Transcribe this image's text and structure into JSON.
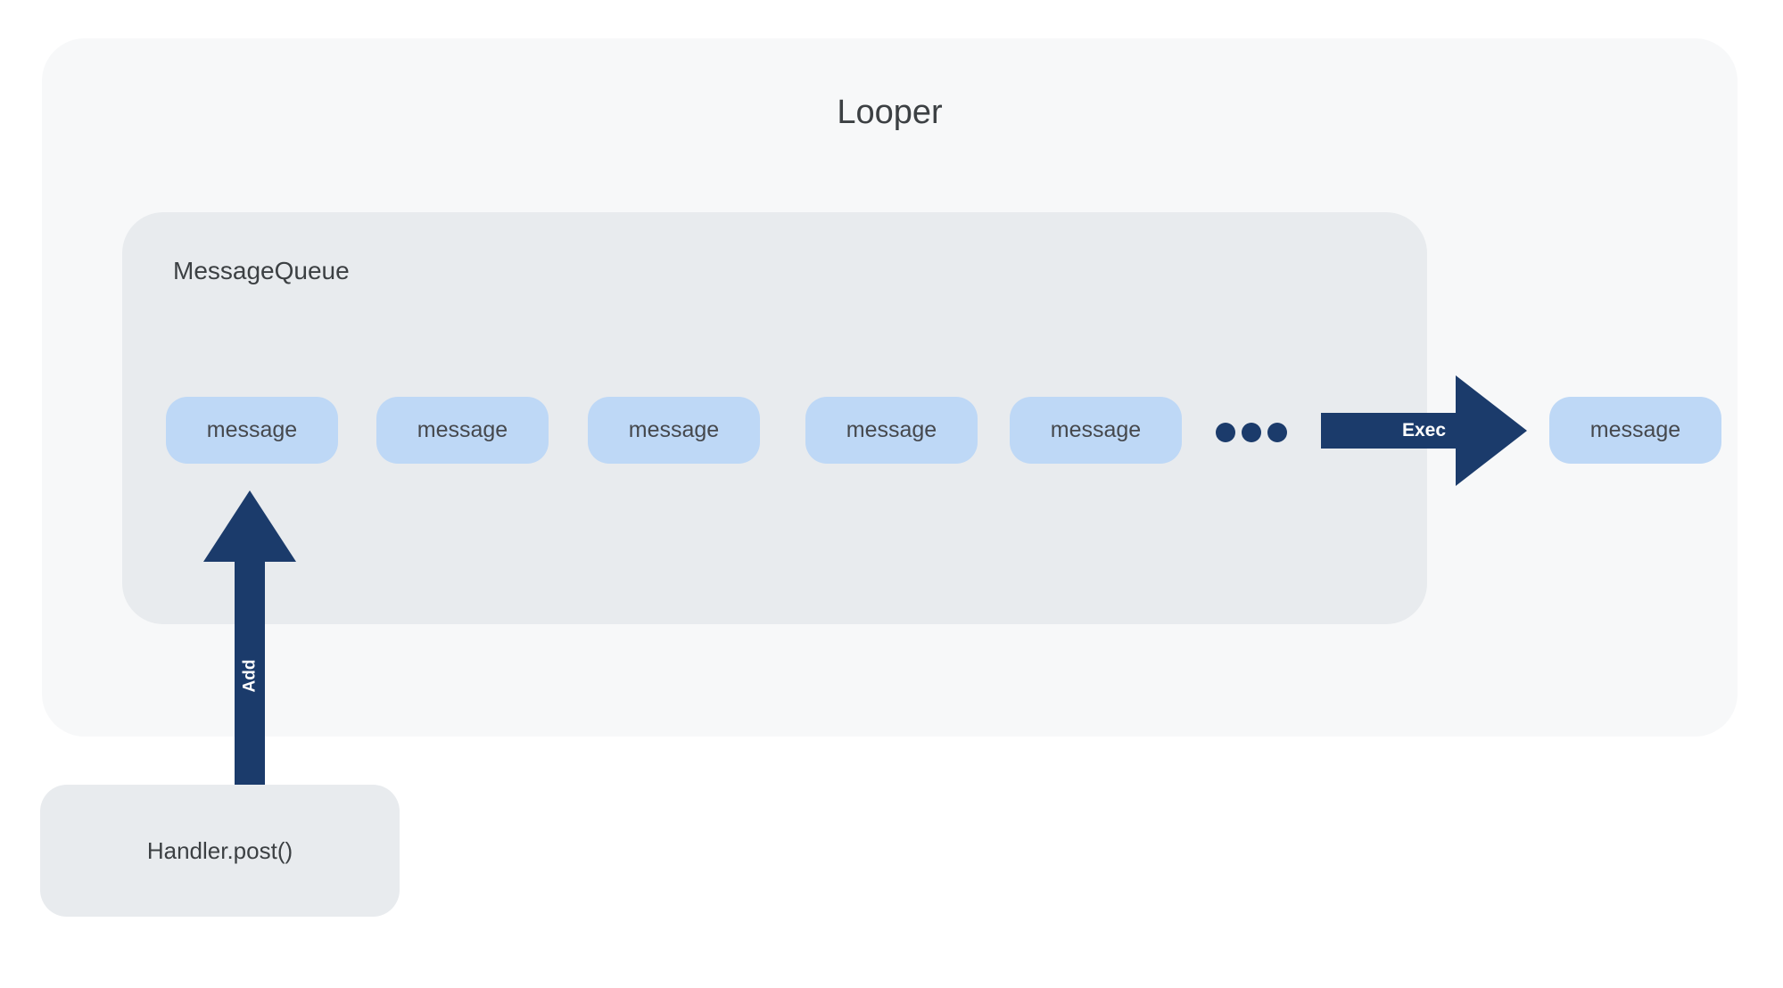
{
  "looper": {
    "title": "Looper",
    "queue": {
      "label": "MessageQueue",
      "messages": [
        "message",
        "message",
        "message",
        "message",
        "message"
      ],
      "ellipsis_dot_count": 3
    }
  },
  "exec_arrow": {
    "label": "Exec"
  },
  "add_arrow": {
    "label": "Add"
  },
  "result_message": "message",
  "handler": {
    "label": "Handler.post()"
  },
  "colors": {
    "navy": "#1B3B6B",
    "message-blue": "#BED8F6",
    "panel-gray": "#E8EBEE",
    "looper-bg": "#F7F8F9",
    "text-dark": "#3C4043",
    "message-text": "#45484D",
    "arrow-label-text": "#FFFFFF"
  }
}
